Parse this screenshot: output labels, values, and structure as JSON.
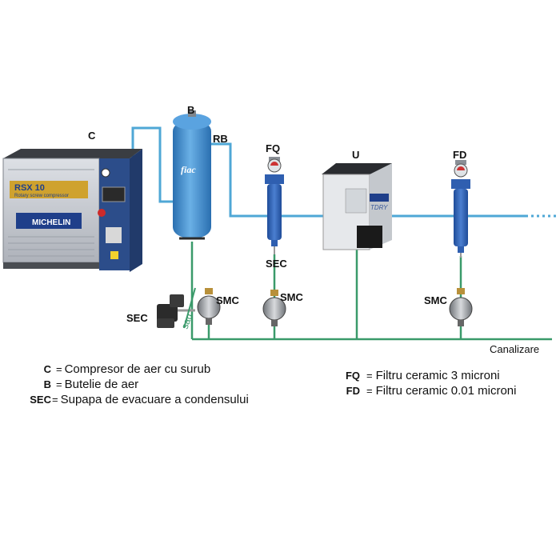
{
  "labels": {
    "c": "C",
    "b": "B",
    "rb": "RB",
    "fq": "FQ",
    "u": "U",
    "fd": "FD",
    "sec_mid": "SEC",
    "sec_left": "SEC",
    "smc1": "SMC",
    "smc2": "SMC",
    "smc3": "SMC",
    "sau": "sau",
    "drain": "Canalizare"
  },
  "equipment_text": {
    "compressor_model": "RSX 10",
    "compressor_subtitle": "Rotary screw compressor",
    "compressor_brand": "MICHELIN",
    "tank_brand": "fiac",
    "dryer_brand": "TDRY"
  },
  "legend": {
    "left": [
      {
        "code": "C",
        "sep": "=",
        "text": "Compresor de aer cu surub"
      },
      {
        "code": "B",
        "sep": "=",
        "text": "Butelie de aer"
      },
      {
        "code": "SEC",
        "sep": "=",
        "text": "Supapa de evacuare a condensului"
      }
    ],
    "right": [
      {
        "code": "FQ",
        "sep": "=",
        "text": "Filtru ceramic 3 microni"
      },
      {
        "code": "FD",
        "sep": "=",
        "text": "Filtru ceramic 0.01 microni"
      }
    ]
  },
  "colors": {
    "air_line": "#4fa7d6",
    "drain_line": "#3a9a6a",
    "tank": "#3d87c9",
    "filter": "#2f5fb0",
    "compressor_body": "#c9ccd2",
    "compressor_panel": "#2c4d8a"
  }
}
